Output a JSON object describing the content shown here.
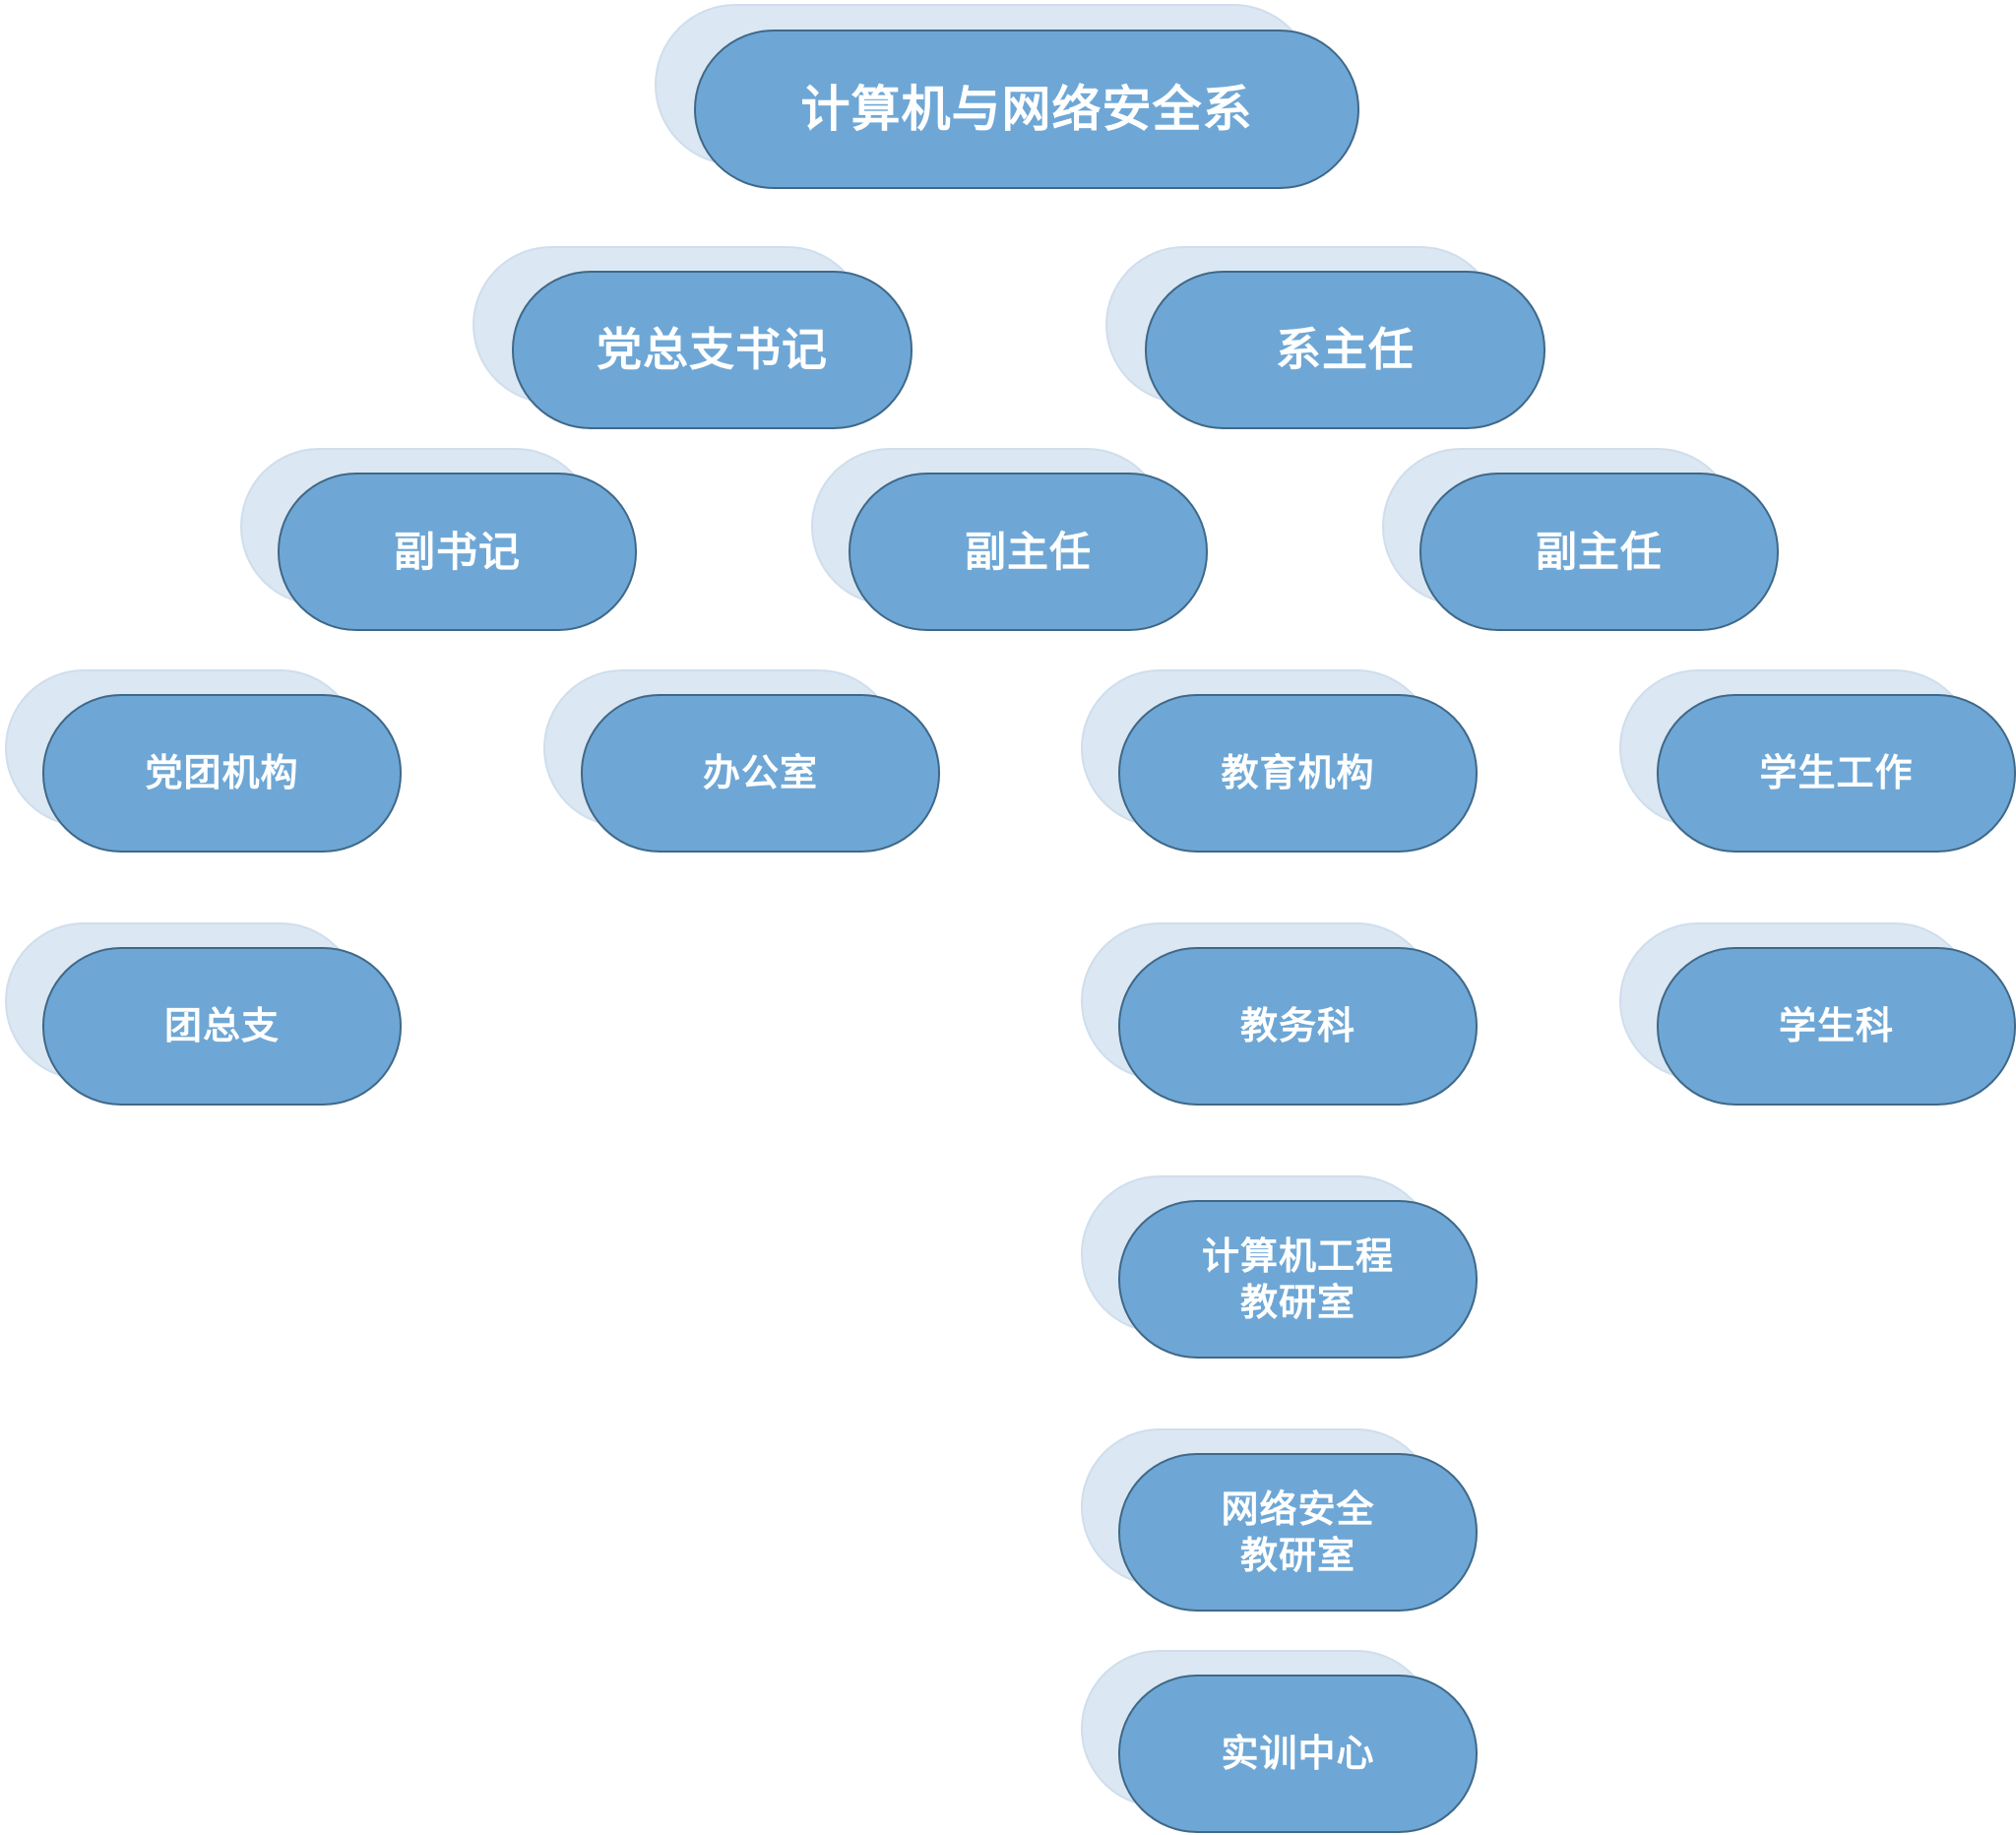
{
  "diagram": {
    "title": "计算机与网络安全系",
    "nodes": [
      {
        "id": "root",
        "label": "计算机与网络安全系"
      },
      {
        "id": "party-secretary",
        "label": "党总支书记"
      },
      {
        "id": "director",
        "label": "系主任"
      },
      {
        "id": "deputy-secretary",
        "label": "副书记"
      },
      {
        "id": "deputy-director-1",
        "label": "副主任"
      },
      {
        "id": "deputy-director-2",
        "label": "副主任"
      },
      {
        "id": "party-league",
        "label": "党团机构"
      },
      {
        "id": "office",
        "label": "办公室"
      },
      {
        "id": "education",
        "label": "教育机构"
      },
      {
        "id": "student-work",
        "label": "学生工作"
      },
      {
        "id": "league-branch",
        "label": "团总支"
      },
      {
        "id": "academic-affairs",
        "label": "教务科"
      },
      {
        "id": "student-section",
        "label": "学生科"
      },
      {
        "id": "cs-research",
        "label": "计算机工程\n教研室"
      },
      {
        "id": "netsec-research",
        "label": "网络安全\n教研室"
      },
      {
        "id": "training-center",
        "label": "实训中心"
      }
    ]
  },
  "colors": {
    "pill_fill": "#6ea7d5",
    "pill_border": "#3f6888",
    "shadow_fill": "#dbe7f2",
    "shadow_border": "#cfdeed",
    "text": "#ffffff"
  }
}
